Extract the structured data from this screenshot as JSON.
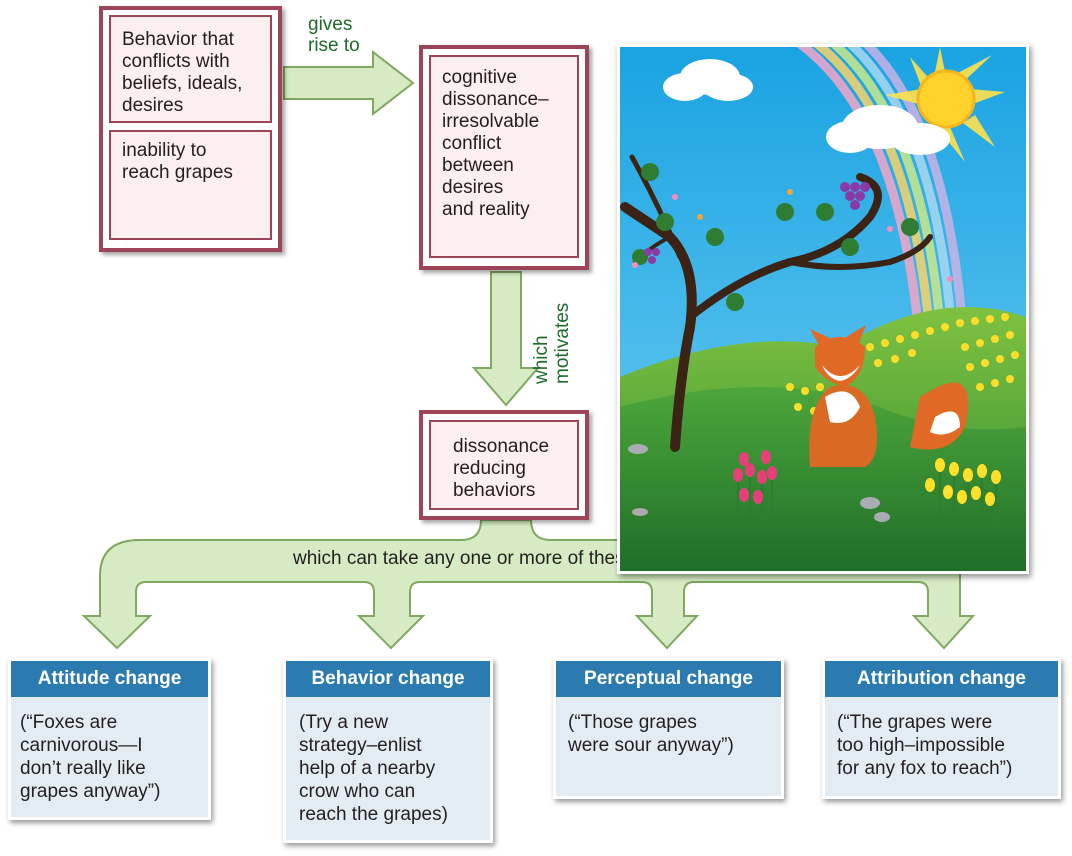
{
  "diagram": {
    "top_left_box": {
      "behavior_text": "Behavior that\nconflicts with\nbeliefs, ideals,\ndesires",
      "example_text": "inability to\nreach grapes"
    },
    "arrow_gives_rise_label": "gives\nrise to",
    "dissonance_box_text": "cognitive\ndissonance–\nirresolvable\nconflict\nbetween\ndesires\nand reality",
    "arrow_motivates_label": "which\nmotivates",
    "reducing_box_text": "dissonance\nreducing\nbehaviors",
    "forms_label": "which can take any one or more of these forms",
    "forms": [
      {
        "title": "Attitude change",
        "text": "(“Foxes are\ncarnivorous—I\ndon’t really like\ngrapes anyway”)"
      },
      {
        "title": "Behavior change",
        "text": "(Try a new\nstrategy–enlist\nhelp of a nearby\ncrow who can\nreach the grapes)"
      },
      {
        "title": "Perceptual change",
        "text": "(“Those grapes\nwere sour anyway”)"
      },
      {
        "title": "Attribution change",
        "text": "(“The grapes were\ntoo high–impossible\nfor any fox to reach”)"
      }
    ]
  },
  "colors": {
    "box_border": "#9c4558",
    "box_fill": "#fbeff0",
    "arrow_fill": "#d6ebc4",
    "arrow_stroke": "#7fa860",
    "label_green": "#1e6b2a",
    "card_header": "#2c7bb0",
    "card_fill": "#e4ecf3"
  },
  "illustration": {
    "description_icons": [
      "sun-icon",
      "rainbow-icon",
      "cloud-icon",
      "tree-icon",
      "grapes-icon",
      "fox-icon",
      "tulip-icon",
      "butterfly-icon"
    ]
  }
}
